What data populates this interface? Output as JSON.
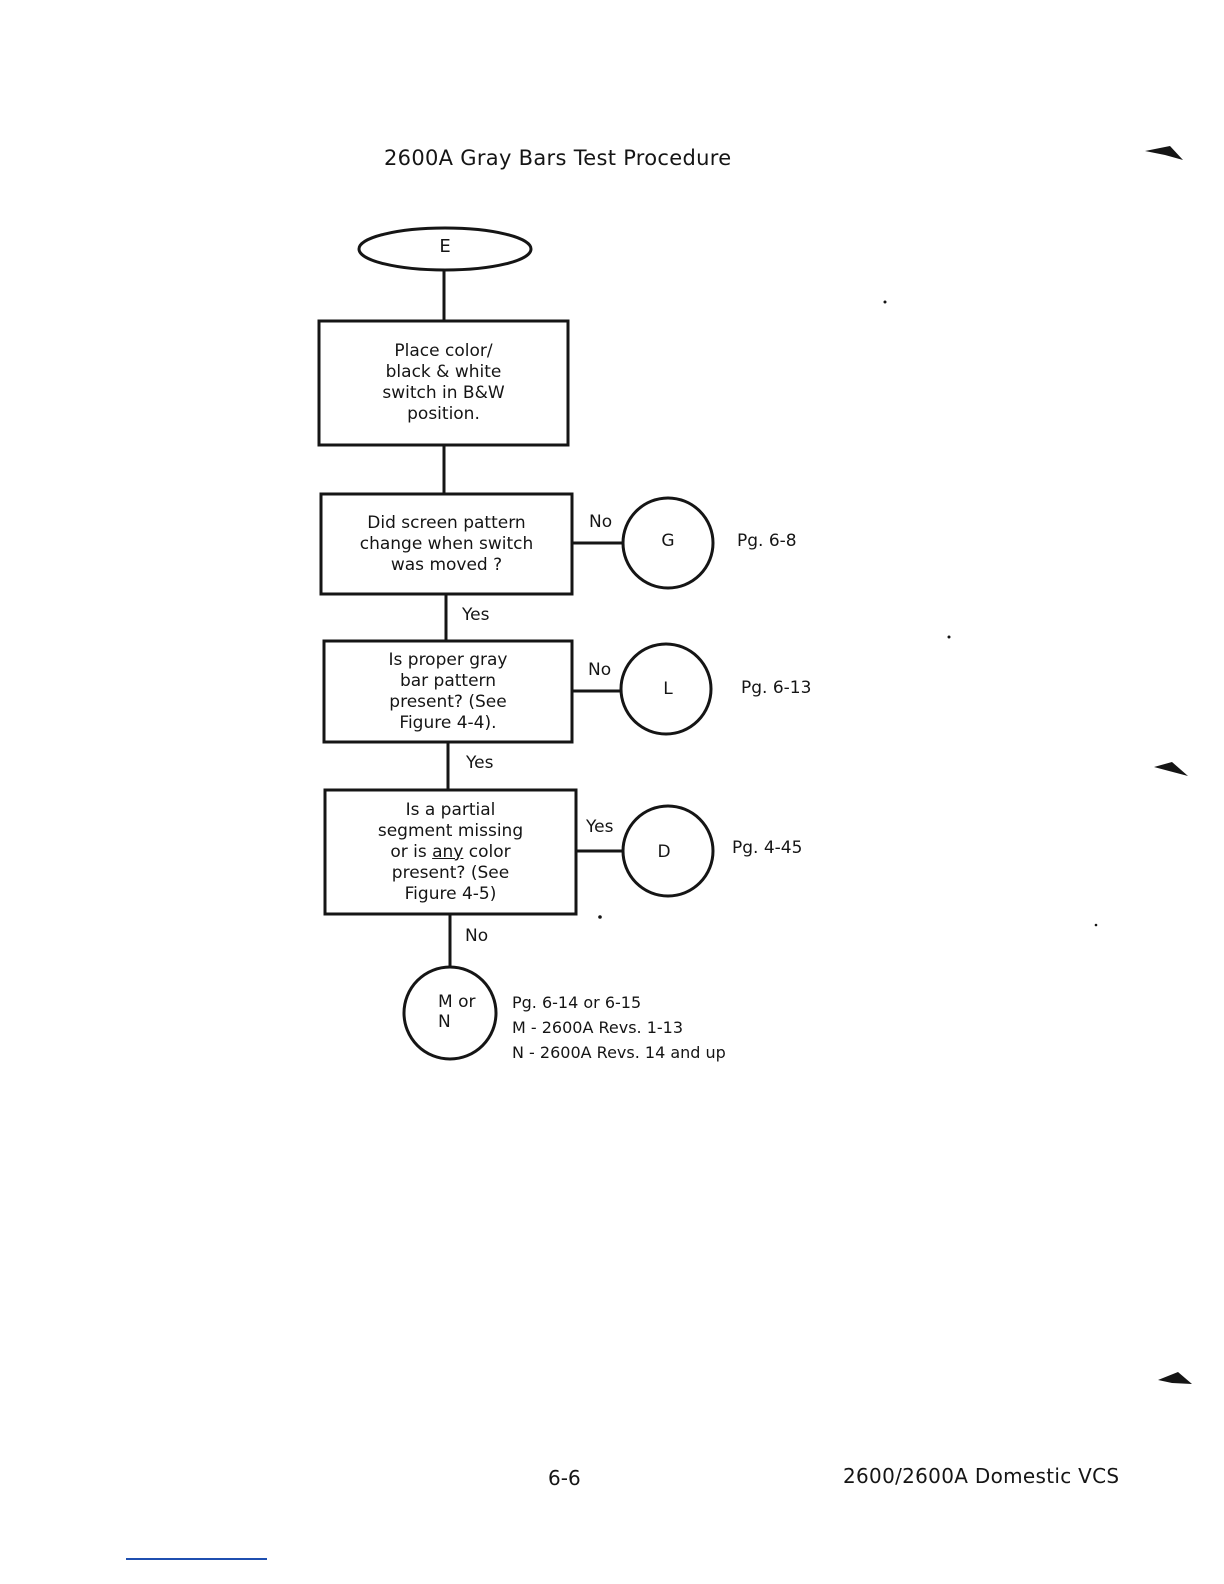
{
  "header": {
    "title": "2600A Gray Bars Test Procedure"
  },
  "nodes": {
    "start": {
      "label": "E"
    },
    "step1": {
      "text": "Place color/\nblack & white\nswitch in B&W\nposition."
    },
    "decision1": {
      "text": "Did screen pattern\nchange when switch\nwas moved ?"
    },
    "decision2": {
      "text": "Is proper gray\nbar pattern\npresent? (See\nFigure 4-4)."
    },
    "decision3": {
      "line1": "Is a partial",
      "line2": "segment missing",
      "line3_pre": "or is ",
      "line3_em": "any",
      "line3_post": " color",
      "line4": "present? (See",
      "line5": "Figure 4-5)"
    }
  },
  "branches": {
    "d1_no": "No",
    "d1_yes": "Yes",
    "d2_no": "No",
    "d2_yes": "Yes",
    "d3_yes": "Yes",
    "d3_no": "No"
  },
  "connectors": {
    "g": {
      "label": "G",
      "ref": "Pg. 6-8"
    },
    "l": {
      "label": "L",
      "ref": "Pg. 6-13"
    },
    "d": {
      "label": "D",
      "ref": "Pg. 4-45"
    },
    "mn": {
      "label": "M or\nN",
      "ref_lines": [
        "Pg. 6-14 or 6-15",
        "M - 2600A Revs. 1-13",
        "N - 2600A Revs. 14 and up"
      ]
    }
  },
  "footer": {
    "page_number": "6-6",
    "document": "2600/2600A Domestic VCS"
  },
  "colors": {
    "ink": "#151515",
    "rule": "#1f4fb0"
  }
}
